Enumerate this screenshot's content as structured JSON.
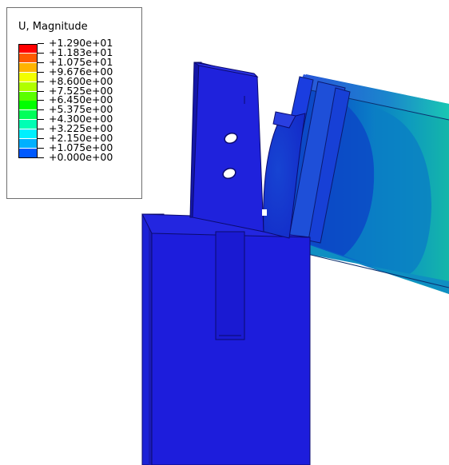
{
  "legend": {
    "title": "U, Magnitude",
    "entries": [
      {
        "label": "+1.290e+01",
        "color": "#ff0000"
      },
      {
        "label": "+1.183e+01",
        "color": "#ff5a00"
      },
      {
        "label": "+1.075e+01",
        "color": "#ffb300"
      },
      {
        "label": "+9.676e+00",
        "color": "#f2ff00"
      },
      {
        "label": "+8.600e+00",
        "color": "#b0ff00"
      },
      {
        "label": "+7.525e+00",
        "color": "#5aff00"
      },
      {
        "label": "+6.450e+00",
        "color": "#00ff00"
      },
      {
        "label": "+5.375e+00",
        "color": "#00ff5a"
      },
      {
        "label": "+4.300e+00",
        "color": "#00ffb4"
      },
      {
        "label": "+3.225e+00",
        "color": "#00f0ff"
      },
      {
        "label": "+2.150e+00",
        "color": "#00b0ff"
      },
      {
        "label": "+1.075e+00",
        "color": "#005aff"
      },
      {
        "label": "+0.000e+00",
        "color": "#0000ff"
      }
    ]
  },
  "colors": {
    "background": "#ffffff",
    "column_blue": "#1b1bd4",
    "column_dark": "#14149e",
    "beam_mid": "#0a6fc6",
    "beam_light": "#12a6b6",
    "beam_teal": "#13b8a8"
  }
}
